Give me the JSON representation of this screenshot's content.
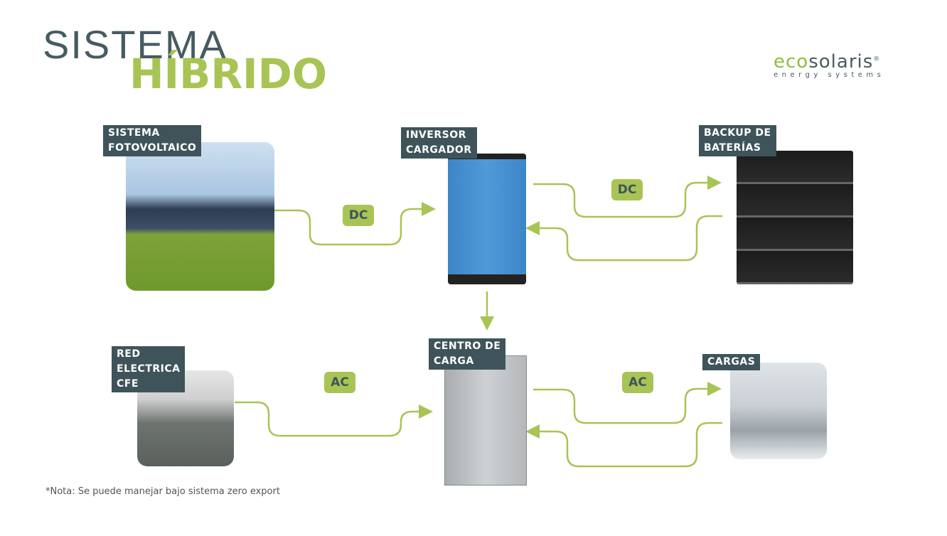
{
  "title": {
    "line1": "SISTEMA",
    "line2": "HÍBRIDO"
  },
  "logo": {
    "eco": "eco",
    "brand": "solaris",
    "reg": "®",
    "tagline": "energy systems"
  },
  "nodes": {
    "pv": {
      "l1": "SISTEMA",
      "l2": "FOTOVOLTAICO"
    },
    "inverter": {
      "l1": "INVERSOR",
      "l2": "CARGADOR"
    },
    "battery": {
      "l1": "BACKUP DE",
      "l2": "BATERÍAS"
    },
    "grid": {
      "l1": "RED",
      "l2": "ELECTRICA",
      "l3": "CFE"
    },
    "panel": {
      "l1": "CENTRO DE",
      "l2": "CARGA"
    },
    "loads": {
      "l1": "CARGAS"
    }
  },
  "tags": {
    "pv_inv": "DC",
    "inv_bat": "DC",
    "grid_panel": "AC",
    "panel_loads": "AC"
  },
  "note": "*Nota: Se puede manejar bajo sistema zero export",
  "colors": {
    "accent": "#a8c455",
    "dark": "#3f545a"
  }
}
